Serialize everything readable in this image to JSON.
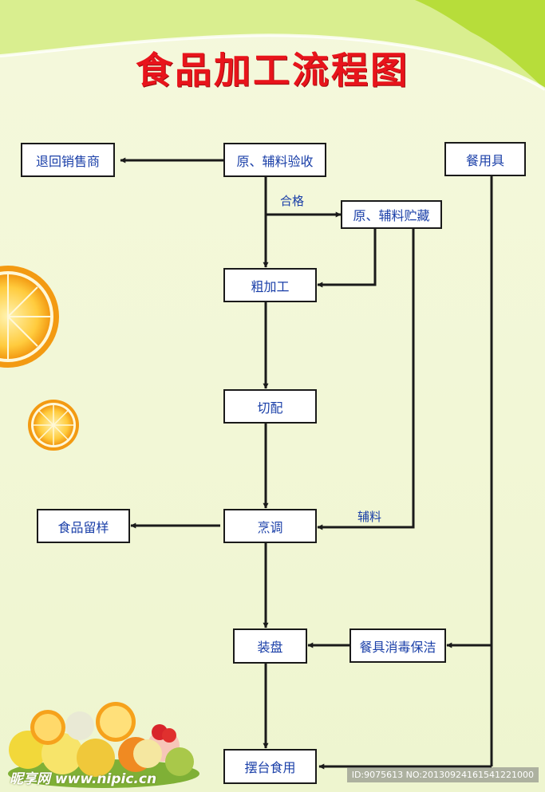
{
  "title": "食品加工流程图",
  "nodes": {
    "inspect": "原、辅料验收",
    "return": "退回销售商",
    "utensils": "餐用具",
    "storage": "原、辅料贮藏",
    "rough": "粗加工",
    "cut": "切配",
    "cook": "烹调",
    "sample": "食品留样",
    "plate": "装盘",
    "disinfect": "餐具消毒保洁",
    "serve": "摆台食用"
  },
  "edges": [
    {
      "from": "inspect",
      "to": "return",
      "label": ""
    },
    {
      "from": "inspect",
      "to": "storage",
      "label": "合格"
    },
    {
      "from": "inspect",
      "to": "rough",
      "label": ""
    },
    {
      "from": "storage",
      "to": "rough",
      "label": ""
    },
    {
      "from": "storage",
      "to": "cook",
      "label": "辅料"
    },
    {
      "from": "rough",
      "to": "cut",
      "label": ""
    },
    {
      "from": "cut",
      "to": "cook",
      "label": ""
    },
    {
      "from": "cook",
      "to": "sample",
      "label": ""
    },
    {
      "from": "cook",
      "to": "plate",
      "label": ""
    },
    {
      "from": "utensils",
      "to": "disinfect",
      "label": ""
    },
    {
      "from": "utensils",
      "to": "serve",
      "label": ""
    },
    {
      "from": "disinfect",
      "to": "plate",
      "label": ""
    },
    {
      "from": "plate",
      "to": "serve",
      "label": ""
    }
  ],
  "watermark": {
    "left": "昵享网 www.nipic.cn",
    "right": "ID:9075613 NO:20130924161541221000"
  },
  "colors": {
    "title": "#e8141b",
    "node_text": "#1a3fa8",
    "line": "#1a1a1a",
    "accent_green": "#b7dd3a",
    "orange": "#f6a21c"
  },
  "icons": [
    "orange-slice-large",
    "orange-slice-small",
    "fruit-pile"
  ]
}
